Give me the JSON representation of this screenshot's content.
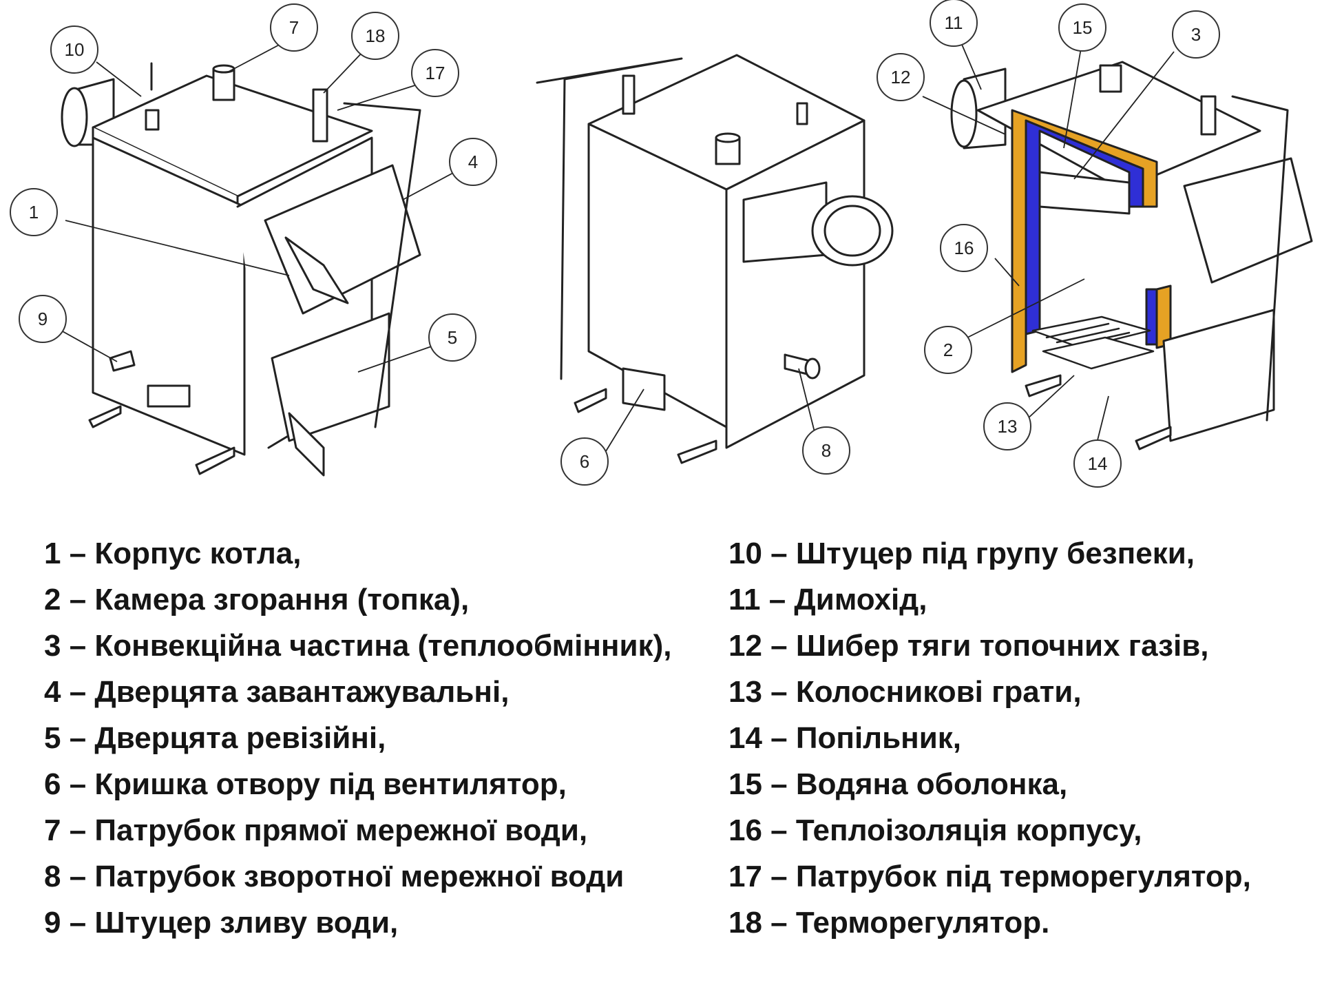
{
  "callouts": {
    "c1": "1",
    "c2": "2",
    "c3": "3",
    "c4": "4",
    "c5": "5",
    "c6": "6",
    "c7": "7",
    "c8": "8",
    "c9": "9",
    "c10": "10",
    "c11": "11",
    "c12": "12",
    "c13": "13",
    "c14": "14",
    "c15": "15",
    "c16": "16",
    "c17": "17",
    "c18": "18"
  },
  "legend_left": [
    "1 – Корпус котла,",
    "2 – Камера згорання (топка),",
    "3 – Конвекційна частина (теплообмінник),",
    "4 – Дверцята завантажувальні,",
    "5 – Дверцята ревізійні,",
    "6 – Кришка отвору під вентилятор,",
    "7 – Патрубок прямої мережної води,",
    "8 – Патрубок зворотної мережної води",
    "9 – Штуцер зливу води,"
  ],
  "legend_right": [
    "10 – Штуцер під групу безпеки,",
    "11 – Димохід,",
    "12 – Шибер тяги топочних газів,",
    "13 – Колосникові грати,",
    "14 – Попільник,",
    "15 – Водяна оболонка,",
    "16 – Теплоізоляція корпусу,",
    "17 – Патрубок під терморегулятор,",
    "18 – Терморегулятор."
  ],
  "colors": {
    "water_jacket": "#2f2fd6",
    "insulation": "#e6a224",
    "line": "#222222"
  }
}
